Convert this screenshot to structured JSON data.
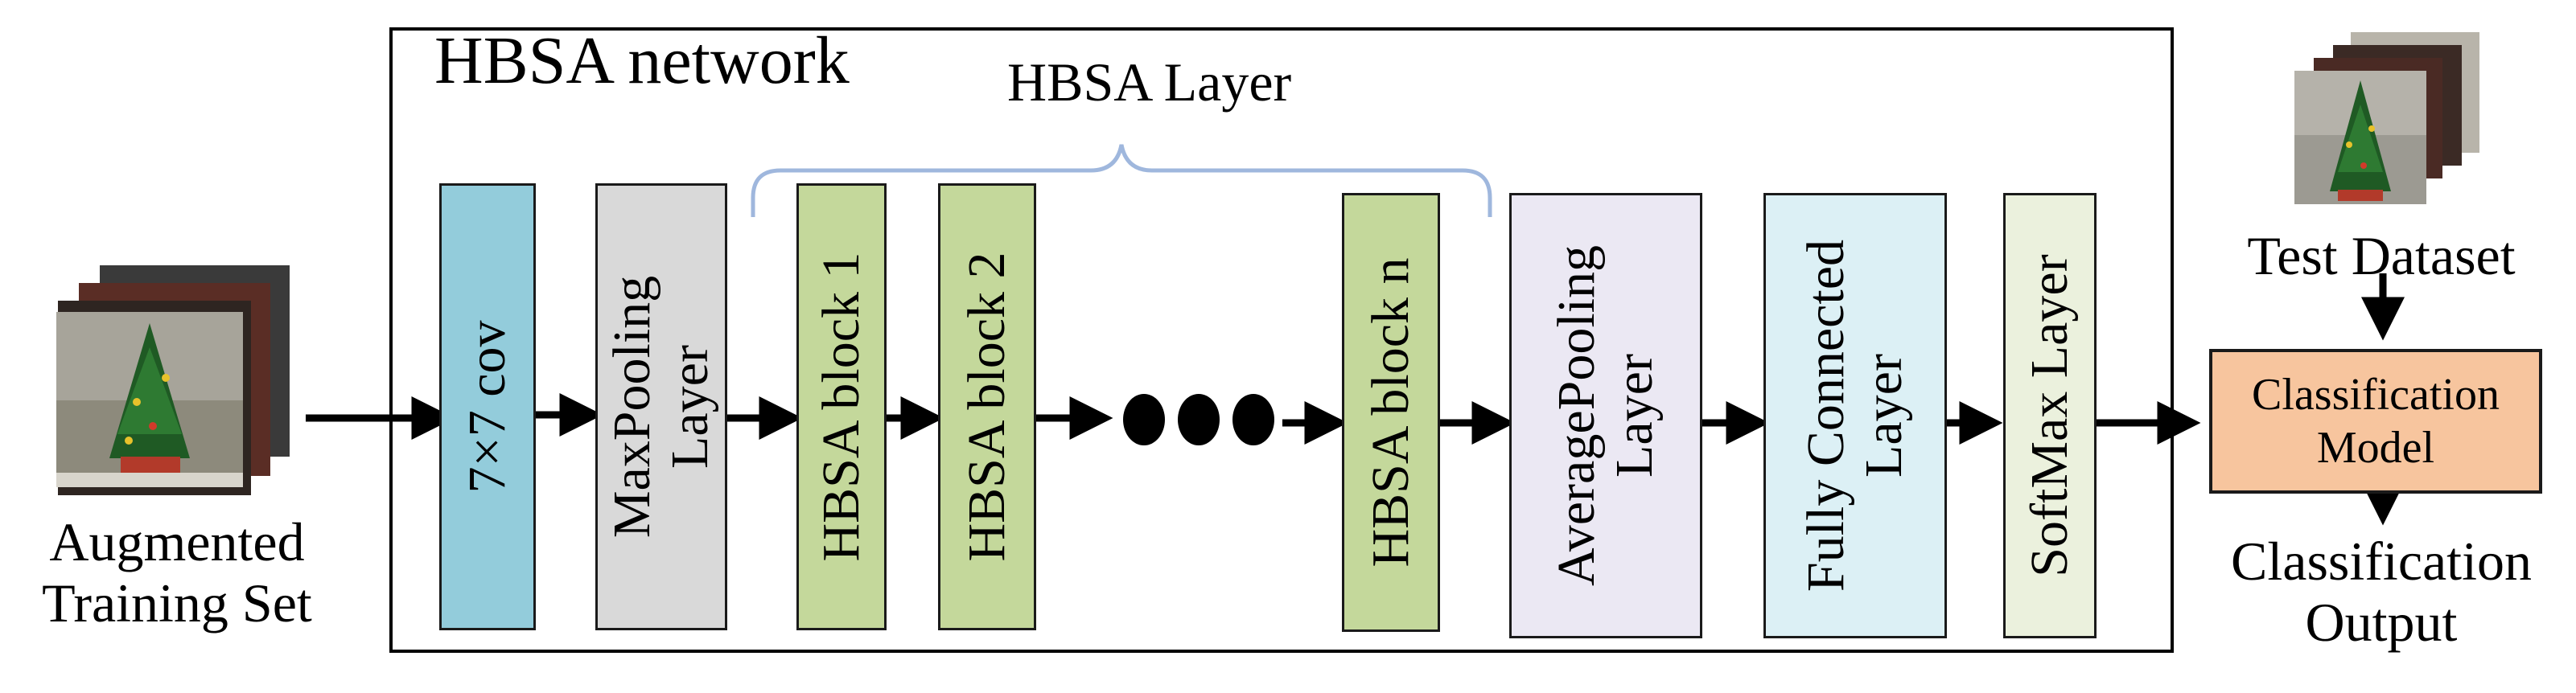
{
  "network": {
    "title": "HBSA network",
    "layer_group_label": "HBSA Layer"
  },
  "input": {
    "label_line1": "Augmented",
    "label_line2": "Training Set"
  },
  "blocks": [
    {
      "id": "conv",
      "label": "7×7  cov",
      "color": "#93ccdb"
    },
    {
      "id": "maxpool",
      "label_line1": "MaxPooling",
      "label_line2": "Layer",
      "color": "#d9d9d9"
    },
    {
      "id": "hbsa1",
      "label": "HBSA block  1",
      "color": "#c4d89b"
    },
    {
      "id": "hbsa2",
      "label": "HBSA block 2",
      "color": "#c4d89b"
    },
    {
      "id": "hbsan",
      "label": "HBSA block n",
      "color": "#c4d89b"
    },
    {
      "id": "avgpool",
      "label_line1": "AveragePooling",
      "label_line2": "Layer",
      "color": "#ebe8f3"
    },
    {
      "id": "fc",
      "label_line1": "Fully Connected",
      "label_line2": "Layer",
      "color": "#dcefF5"
    },
    {
      "id": "softmax",
      "label": "SoftMax Layer",
      "color": "#ebf1dd"
    }
  ],
  "test": {
    "label": "Test Dataset"
  },
  "classification_model": {
    "line1": "Classification",
    "line2": "Model",
    "color": "#f7c59e"
  },
  "output": {
    "line1": "Classification",
    "line2": "Output"
  }
}
